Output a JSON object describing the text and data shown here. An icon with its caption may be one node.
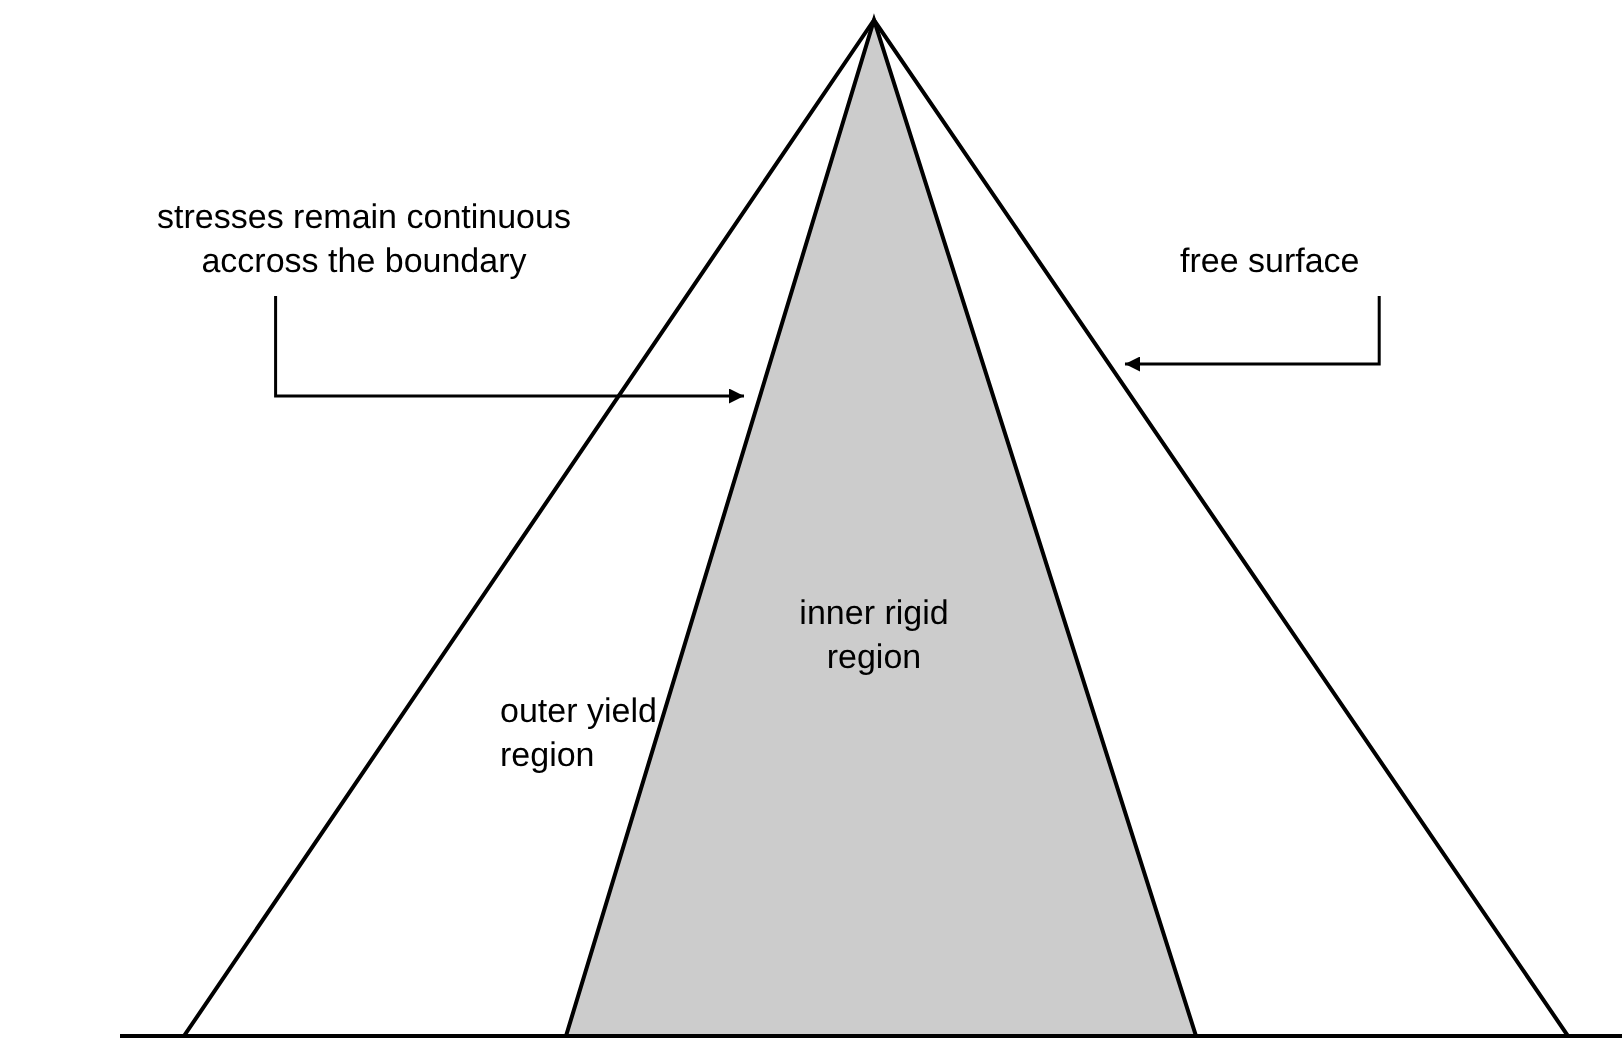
{
  "diagram": {
    "nodes": [
      {
        "text": [
          "outer yield region"
        ]
      },
      {
        "text": [
          "inner rigid region"
        ],
        "in": 0
      },
      {
        "text": [
          "stresses remain continuous accross the boundary"
        ]
      },
      {
        "text": [
          "free surface"
        ]
      }
    ],
    "edges": [
      {
        "from": 2,
        "to": 1,
        "arrow": "to"
      },
      {
        "from": 3,
        "to": 0,
        "arrow": "to"
      }
    ]
  }
}
